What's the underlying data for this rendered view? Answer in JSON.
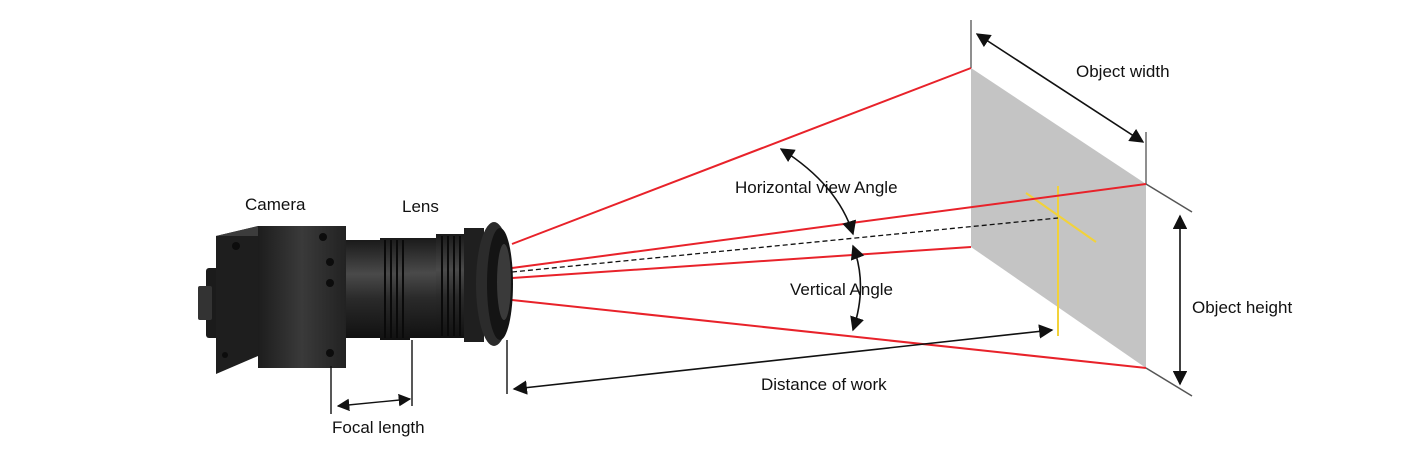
{
  "labels": {
    "camera": "Camera",
    "lens": "Lens",
    "object_width": "Object width",
    "horizontal_view_angle": "Horizontal view Angle",
    "vertical_angle": "Vertical Angle",
    "object_height": "Object height",
    "distance_of_work": "Distance of work",
    "focal_length": "Focal length"
  },
  "colors": {
    "view_lines": "#e8222a",
    "object_plane": "#c4c4c4",
    "crosshair": "#f2d23a",
    "dimension_lines": "#111111",
    "camera_body": "#2b2b2b"
  },
  "icons": [
    "camera-body",
    "lens-barrel"
  ]
}
